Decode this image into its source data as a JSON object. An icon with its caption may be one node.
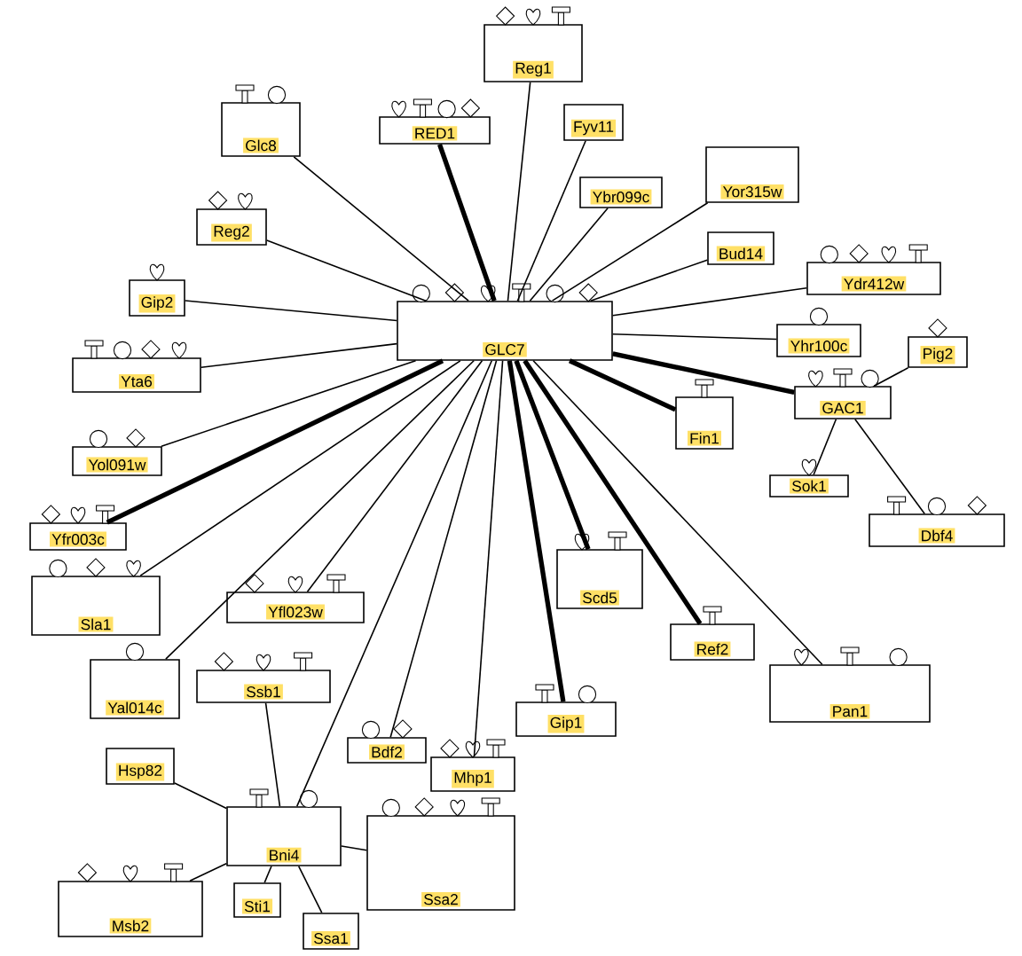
{
  "diagram": {
    "nodes": [
      {
        "text": [
          "GLC7"
        ]
      },
      {
        "text": [
          "Reg1"
        ]
      },
      {
        "text": [
          "RED1"
        ]
      },
      {
        "text": [
          "Glc8"
        ]
      },
      {
        "text": [
          "Fyv11"
        ]
      },
      {
        "text": [
          "Ybr099c"
        ]
      },
      {
        "text": [
          "Yor315w"
        ]
      },
      {
        "text": [
          "Bud14"
        ]
      },
      {
        "text": [
          "Ydr412w"
        ]
      },
      {
        "text": [
          "Reg2"
        ]
      },
      {
        "text": [
          "Gip2"
        ]
      },
      {
        "text": [
          "Yta6"
        ]
      },
      {
        "text": [
          "Yhr100c"
        ]
      },
      {
        "text": [
          "Pig2"
        ]
      },
      {
        "text": [
          "GAC1"
        ]
      },
      {
        "text": [
          "Fin1"
        ]
      },
      {
        "text": [
          "Yol091w"
        ]
      },
      {
        "text": [
          "Yfr003c"
        ]
      },
      {
        "text": [
          "Sok1"
        ]
      },
      {
        "text": [
          "Dbf4"
        ]
      },
      {
        "text": [
          "Sla1"
        ]
      },
      {
        "text": [
          "Yfl023w"
        ]
      },
      {
        "text": [
          "Scd5"
        ]
      },
      {
        "text": [
          "Ref2"
        ]
      },
      {
        "text": [
          "Yal014c"
        ]
      },
      {
        "text": [
          "Ssb1"
        ]
      },
      {
        "text": [
          "Pan1"
        ]
      },
      {
        "text": [
          "Gip1"
        ]
      },
      {
        "text": [
          "Bdf2"
        ]
      },
      {
        "text": [
          "Mhp1"
        ]
      },
      {
        "text": [
          "Hsp82"
        ]
      },
      {
        "text": [
          "Bni4"
        ]
      },
      {
        "text": [
          "Ssa2"
        ]
      },
      {
        "text": [
          "Msb2"
        ]
      },
      {
        "text": [
          "Sti1"
        ]
      },
      {
        "text": [
          "Ssa1"
        ]
      }
    ],
    "edges": [
      {
        "from": 0,
        "to": 1,
        "arrow": "none"
      },
      {
        "from": 0,
        "to": 2,
        "arrow": "none",
        "style": "thick"
      },
      {
        "from": 0,
        "to": 3,
        "arrow": "none"
      },
      {
        "from": 0,
        "to": 4,
        "arrow": "none"
      },
      {
        "from": 0,
        "to": 5,
        "arrow": "none"
      },
      {
        "from": 0,
        "to": 6,
        "arrow": "none"
      },
      {
        "from": 0,
        "to": 7,
        "arrow": "none"
      },
      {
        "from": 0,
        "to": 8,
        "arrow": "none"
      },
      {
        "from": 0,
        "to": 9,
        "arrow": "none"
      },
      {
        "from": 0,
        "to": 10,
        "arrow": "none"
      },
      {
        "from": 0,
        "to": 11,
        "arrow": "none"
      },
      {
        "from": 0,
        "to": 12,
        "arrow": "none"
      },
      {
        "from": 0,
        "to": 14,
        "arrow": "none",
        "style": "thick"
      },
      {
        "from": 0,
        "to": 15,
        "arrow": "none",
        "style": "thick"
      },
      {
        "from": 0,
        "to": 16,
        "arrow": "none"
      },
      {
        "from": 0,
        "to": 17,
        "arrow": "none",
        "style": "thick"
      },
      {
        "from": 0,
        "to": 20,
        "arrow": "none"
      },
      {
        "from": 0,
        "to": 21,
        "arrow": "none"
      },
      {
        "from": 0,
        "to": 22,
        "arrow": "none",
        "style": "thick"
      },
      {
        "from": 0,
        "to": 23,
        "arrow": "none",
        "style": "thick"
      },
      {
        "from": 0,
        "to": 24,
        "arrow": "none"
      },
      {
        "from": 0,
        "to": 26,
        "arrow": "none"
      },
      {
        "from": 0,
        "to": 27,
        "arrow": "none",
        "style": "thick"
      },
      {
        "from": 0,
        "to": 28,
        "arrow": "none"
      },
      {
        "from": 0,
        "to": 29,
        "arrow": "none"
      },
      {
        "from": 0,
        "to": 31,
        "arrow": "none"
      },
      {
        "from": 14,
        "to": 13,
        "arrow": "none"
      },
      {
        "from": 14,
        "to": 18,
        "arrow": "none"
      },
      {
        "from": 14,
        "to": 19,
        "arrow": "none"
      },
      {
        "from": 25,
        "to": 31,
        "arrow": "none"
      },
      {
        "from": 30,
        "to": 31,
        "arrow": "none"
      },
      {
        "from": 31,
        "to": 33,
        "arrow": "none"
      },
      {
        "from": 31,
        "to": 34,
        "arrow": "none"
      },
      {
        "from": 31,
        "to": 35,
        "arrow": "none"
      },
      {
        "from": 31,
        "to": 32,
        "arrow": "none"
      }
    ]
  }
}
